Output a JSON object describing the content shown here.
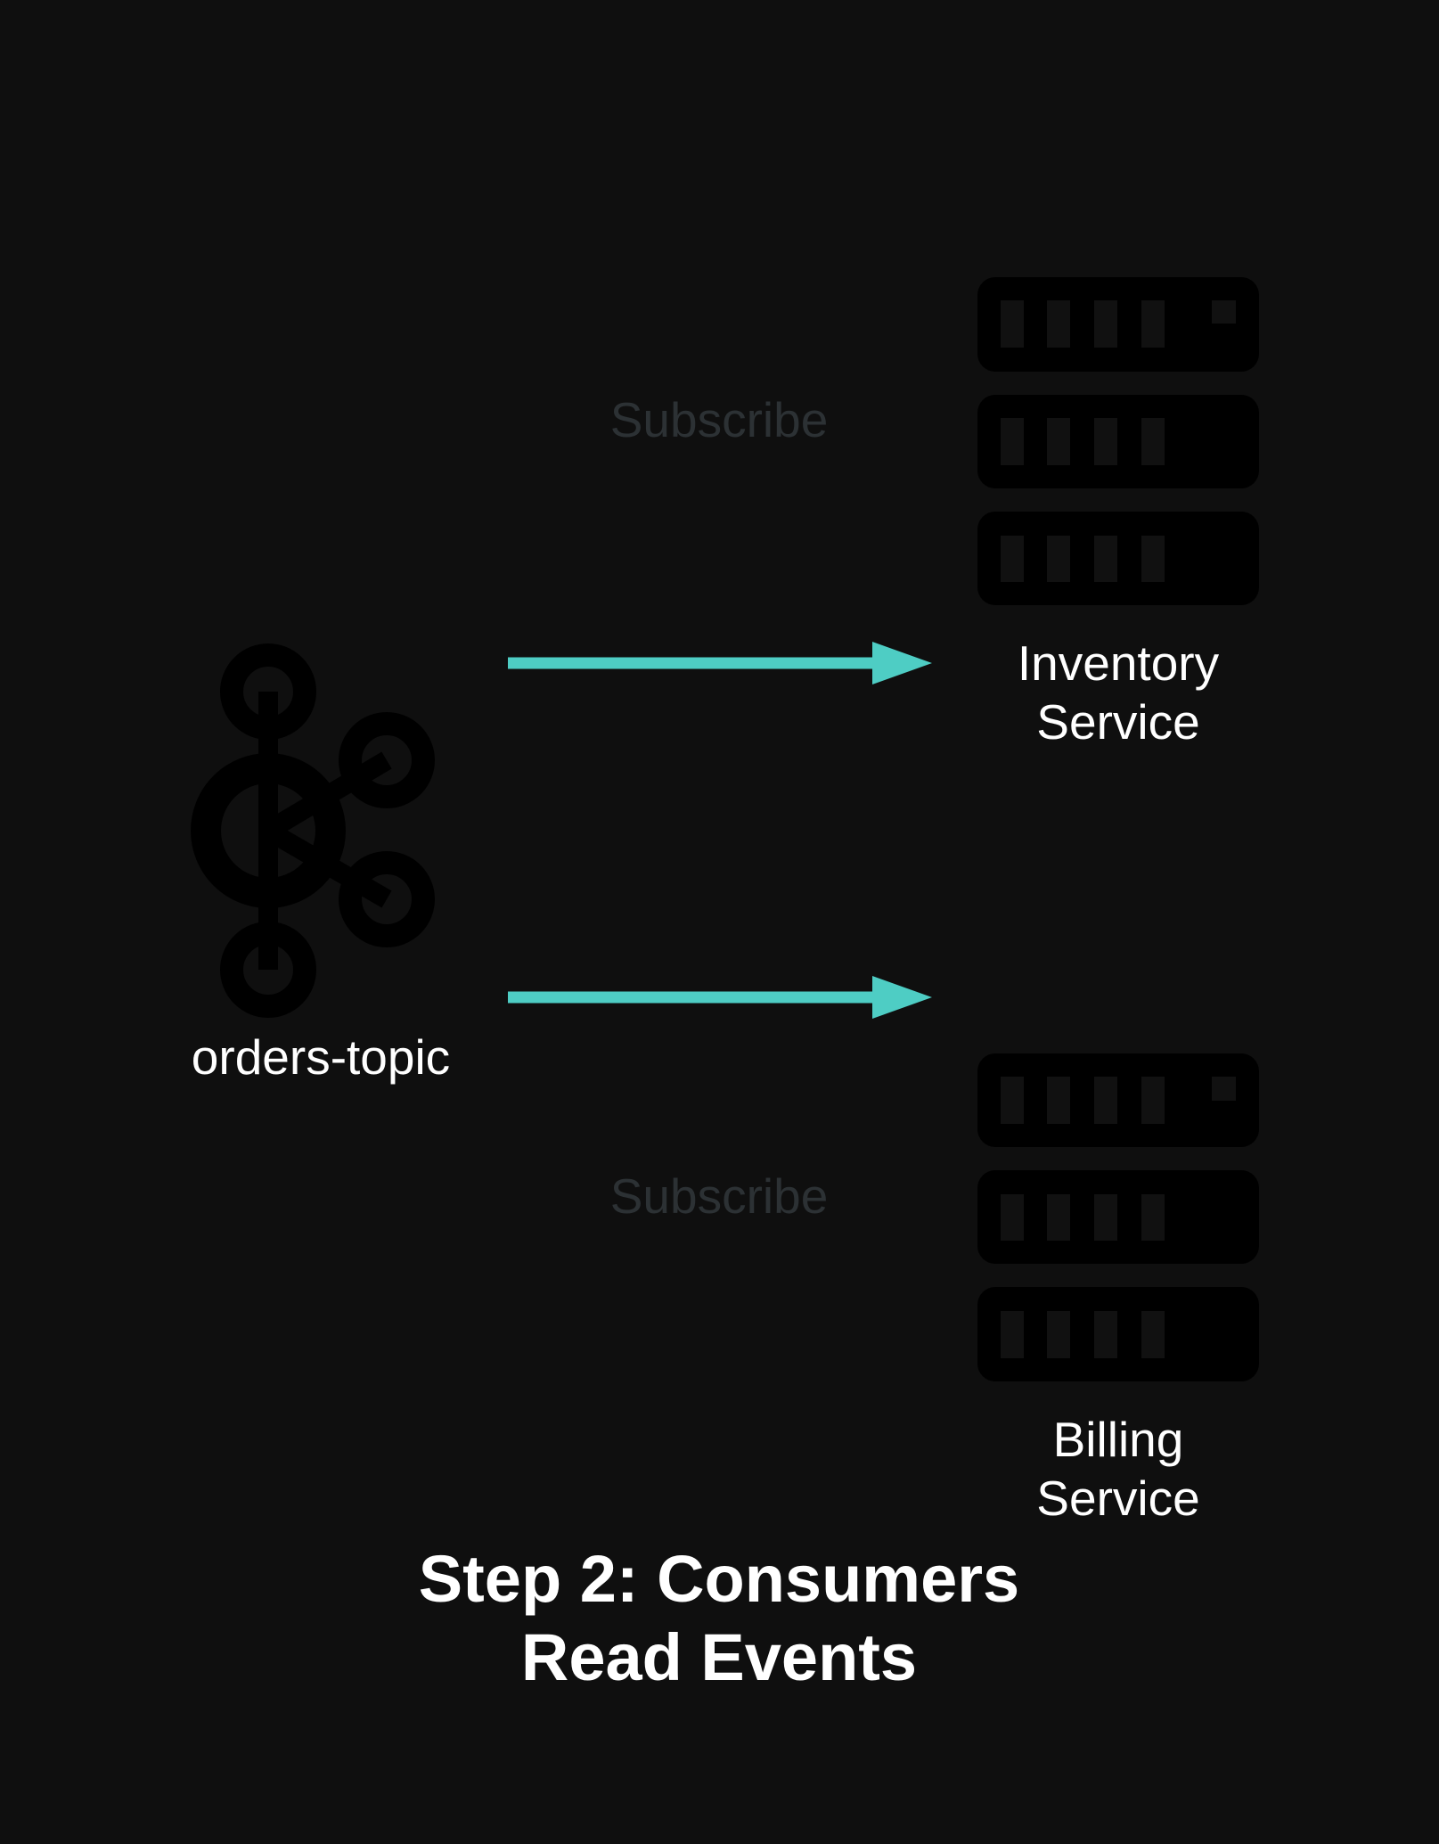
{
  "colors": {
    "background": "#0f0f0f",
    "arrow": "#4ecdc4",
    "icon": "#000000",
    "icon_slot": "#111111",
    "label": "#ffffff",
    "edge_label": "#2c3134"
  },
  "nodes": {
    "topic": {
      "label": "orders-topic",
      "icon": "kafka-topic-icon"
    },
    "inventory": {
      "label_line1": "Inventory",
      "label_line2": "Service",
      "icon": "server-icon"
    },
    "billing": {
      "label_line1": "Billing",
      "label_line2": "Service",
      "icon": "server-icon"
    }
  },
  "edges": {
    "to_inventory": {
      "label": "Subscribe"
    },
    "to_billing": {
      "label": "Subscribe"
    }
  },
  "title": {
    "line1": "Step 2: Consumers",
    "line2": "Read Events"
  }
}
